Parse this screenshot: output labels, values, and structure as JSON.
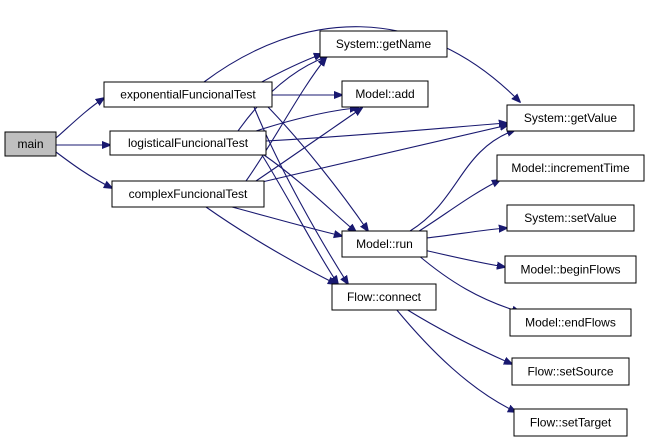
{
  "graph": {
    "nodes": [
      {
        "id": "main",
        "label": "main"
      },
      {
        "id": "exp",
        "label": "exponentialFuncionalTest"
      },
      {
        "id": "log",
        "label": "logisticalFuncionalTest"
      },
      {
        "id": "cmp",
        "label": "complexFuncionalTest"
      },
      {
        "id": "getname",
        "label": "System::getName"
      },
      {
        "id": "add",
        "label": "Model::add"
      },
      {
        "id": "getvalue",
        "label": "System::getValue"
      },
      {
        "id": "inctime",
        "label": "Model::incrementTime"
      },
      {
        "id": "setvalue",
        "label": "System::setValue"
      },
      {
        "id": "run",
        "label": "Model::run"
      },
      {
        "id": "begin",
        "label": "Model::beginFlows"
      },
      {
        "id": "connect",
        "label": "Flow::connect"
      },
      {
        "id": "end",
        "label": "Model::endFlows"
      },
      {
        "id": "setsrc",
        "label": "Flow::setSource"
      },
      {
        "id": "settgt",
        "label": "Flow::setTarget"
      }
    ],
    "edges": [
      [
        "main",
        "exp"
      ],
      [
        "main",
        "log"
      ],
      [
        "main",
        "cmp"
      ],
      [
        "exp",
        "getname"
      ],
      [
        "exp",
        "add"
      ],
      [
        "exp",
        "getvalue"
      ],
      [
        "exp",
        "run"
      ],
      [
        "exp",
        "connect"
      ],
      [
        "log",
        "getname"
      ],
      [
        "log",
        "add"
      ],
      [
        "log",
        "getvalue"
      ],
      [
        "log",
        "run"
      ],
      [
        "log",
        "connect"
      ],
      [
        "cmp",
        "getname"
      ],
      [
        "cmp",
        "add"
      ],
      [
        "cmp",
        "getvalue"
      ],
      [
        "cmp",
        "run"
      ],
      [
        "cmp",
        "connect"
      ],
      [
        "run",
        "getvalue"
      ],
      [
        "run",
        "inctime"
      ],
      [
        "run",
        "setvalue"
      ],
      [
        "run",
        "begin"
      ],
      [
        "run",
        "end"
      ],
      [
        "connect",
        "setsrc"
      ],
      [
        "connect",
        "settgt"
      ]
    ],
    "highlight_color": "#bfbfbf",
    "edge_color": "#191970"
  }
}
